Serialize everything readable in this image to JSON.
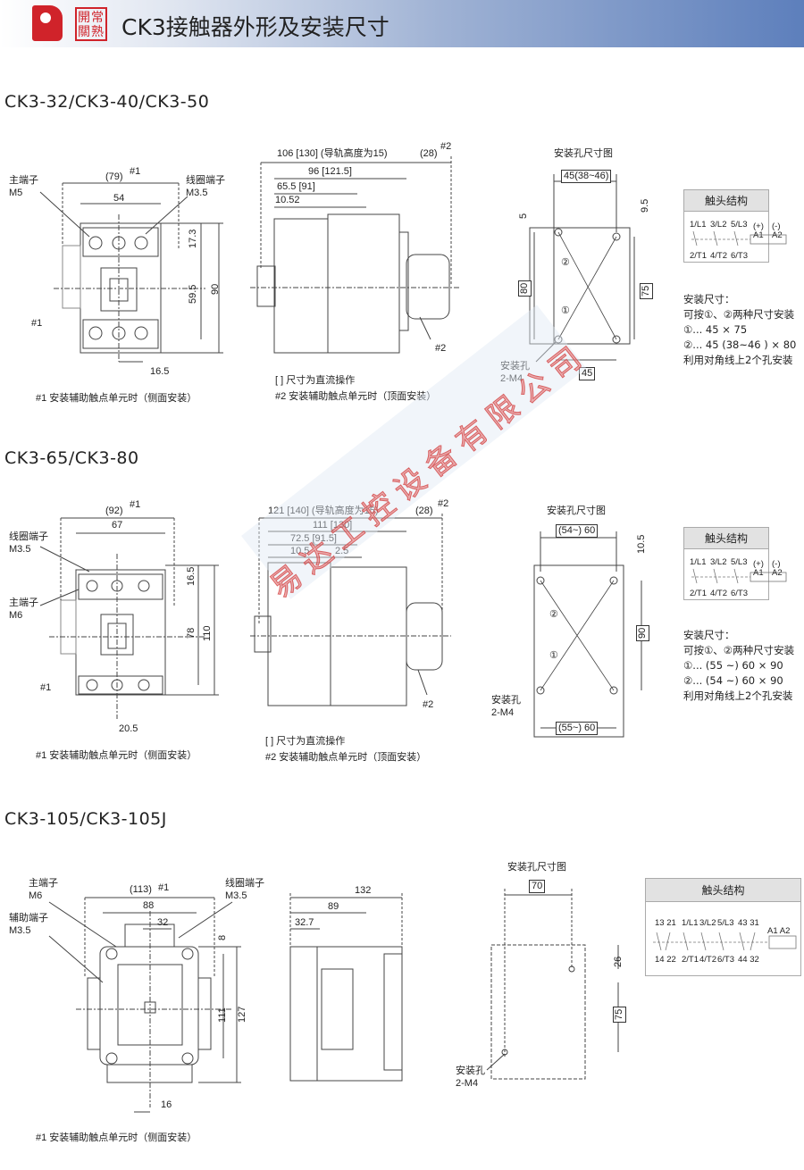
{
  "header": {
    "title": "CK3接触器外形及安装尺寸",
    "logo_seal": "開常 關熟"
  },
  "s1": {
    "title": "CK3-32/CK3-40/CK3-50",
    "front": {
      "main_term": "主端子",
      "main_term_size": "M5",
      "w79": "(79)",
      "n1": "#1",
      "w54": "54",
      "coil_term": "线圈端子",
      "coil_term_size": "M3.5",
      "d17": "17.3",
      "d59": "59.5",
      "d90": "90",
      "side1": "#1",
      "d16": "16.5",
      "note": "#1 安装辅助触点单元时（侧面安装）"
    },
    "side": {
      "d106": "106 [130] (导轨高度为15)",
      "d28": "(28)",
      "n2": "#2",
      "d96": "96 [121.5]",
      "d65": "65.5 [91]",
      "d10": "10.52",
      "n2b": "#2",
      "note1": "[ ] 尺寸为直流操作",
      "note2": "#2 安装辅助触点单元时（顶面安装）"
    },
    "mount": {
      "title": "安装孔尺寸图",
      "w_top": "45(38~46)",
      "d5": "5",
      "d9": "9.5",
      "d80": "80",
      "d75": "75",
      "c2": "②",
      "c1": "①",
      "hole": "安装孔",
      "hole_size": "2-M4",
      "w_bot": "45"
    },
    "contact": {
      "title": "触头结构",
      "top": [
        "1/L1",
        "3/L2",
        "5/L3"
      ],
      "coil": [
        "(+)",
        "(-)",
        "A1",
        "A2"
      ],
      "bottom": [
        "2/T1",
        "4/T2",
        "6/T3"
      ]
    },
    "install": [
      "安装尺寸：",
      "可按①、②两种尺寸安装",
      "①... 45 × 75",
      "②... 45 (38~46 ) × 80",
      "利用对角线上2个孔安装"
    ]
  },
  "s2": {
    "title": "CK3-65/CK3-80",
    "front": {
      "w92": "(92)",
      "n1": "#1",
      "w67": "67",
      "coil_term": "线圈端子",
      "coil_term_size": "M3.5",
      "main_term": "主端子",
      "main_term_size": "M6",
      "d16": "16.5",
      "d78": "78",
      "d110": "110",
      "side1": "#1",
      "d20": "20.5",
      "note": "#1 安装辅助触点单元时（侧面安装）"
    },
    "side": {
      "d121": "121 [140] (导轨高度为15)",
      "d28": "(28)",
      "n2": "#2",
      "d111": "111 [130]",
      "d72": "72.5 [91.5]",
      "d10": "10.5",
      "d2": "2.5",
      "n2b": "#2",
      "note1": "[ ] 尺寸为直流操作",
      "note2": "#2 安装辅助触点单元时（顶面安装）"
    },
    "mount": {
      "title": "安装孔尺寸图",
      "w_top": "(54~) 60",
      "d10": "10.5",
      "d90": "90",
      "c2": "②",
      "c1": "①",
      "hole": "安装孔",
      "hole_size": "2-M4",
      "w_bot": "(55~) 60"
    },
    "contact": {
      "title": "触头结构",
      "top": [
        "1/L1",
        "3/L2",
        "5/L3"
      ],
      "coil": [
        "(+)",
        "(-)",
        "A1",
        "A2"
      ],
      "bottom": [
        "2/T1",
        "4/T2",
        "6/T3"
      ]
    },
    "install": [
      "安装尺寸：",
      "可按①、②两种尺寸安装",
      "①... (55 ~) 60 × 90",
      "②... (54 ~) 60 × 90",
      "利用对角线上2个孔安装"
    ]
  },
  "s3": {
    "title": "CK3-105/CK3-105J",
    "front": {
      "main_term": "主端子",
      "main_term_size": "M6",
      "aux_term": "辅助端子",
      "aux_term_size": "M3.5",
      "w113": "(113)",
      "n1": "#1",
      "w88": "88",
      "w32": "32",
      "coil_term": "线圈端子",
      "coil_term_size": "M3.5",
      "d8": "8",
      "d111": "111",
      "d127": "127",
      "d16": "16",
      "note": "#1 安装辅助触点单元时（侧面安装）"
    },
    "side": {
      "d132": "132",
      "d89": "89",
      "d32": "32.7"
    },
    "mount": {
      "title": "安装孔尺寸图",
      "w70": "70",
      "d26": "26",
      "d75": "75",
      "hole": "安装孔",
      "hole_size": "2-M4"
    },
    "contact": {
      "title": "触头结构",
      "top": [
        "13 21",
        "1/L1",
        "3/L2",
        "5/L3",
        "43 31",
        "A1 A2"
      ],
      "bottom": [
        "14 22",
        "2/T1",
        "4/T2",
        "6/T3",
        "44 32"
      ]
    }
  },
  "watermark": "易达工控设备有限公司"
}
